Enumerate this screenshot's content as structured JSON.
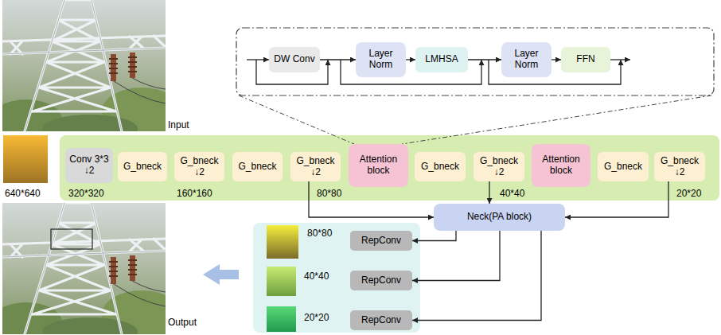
{
  "diagram": {
    "nodes": [
      {
        "text": [
          "DW Conv"
        ]
      },
      {
        "text": [
          "Layer Norm"
        ]
      },
      {
        "text": [
          "LMHSA"
        ]
      },
      {
        "text": [
          "Layer Norm"
        ]
      },
      {
        "text": [
          "FFN"
        ]
      },
      {
        "text": [
          "Conv 3*3 ↓2"
        ]
      },
      {
        "text": [
          "G_bneck"
        ]
      },
      {
        "text": [
          "G_bneck ↓2"
        ]
      },
      {
        "text": [
          "G_bneck"
        ]
      },
      {
        "text": [
          "G_bneck ↓2"
        ]
      },
      {
        "text": [
          "Attention block"
        ]
      },
      {
        "text": [
          "G_bneck"
        ]
      },
      {
        "text": [
          "G_bneck ↓2"
        ]
      },
      {
        "text": [
          "Attention block"
        ]
      },
      {
        "text": [
          "G_bneck"
        ]
      },
      {
        "text": [
          "G_bneck ↓2"
        ]
      },
      {
        "text": [
          "Neck(PA block)"
        ]
      },
      {
        "text": [
          "RepConv"
        ]
      },
      {
        "text": [
          "RepConv"
        ]
      },
      {
        "text": [
          "RepConv"
        ]
      }
    ],
    "edges": [
      {
        "from": 0,
        "to": 1,
        "arrow": "to"
      },
      {
        "from": 1,
        "to": 2,
        "arrow": "to"
      },
      {
        "from": 2,
        "to": 3,
        "arrow": "to"
      },
      {
        "from": 3,
        "to": 4,
        "arrow": "to"
      },
      {
        "from": 9,
        "to": 16,
        "arrow": "to"
      },
      {
        "from": 12,
        "to": 16,
        "arrow": "to"
      },
      {
        "from": 15,
        "to": 16,
        "arrow": "to"
      },
      {
        "from": 16,
        "to": 17,
        "arrow": "to"
      },
      {
        "from": 16,
        "to": 18,
        "arrow": "to"
      },
      {
        "from": 16,
        "to": 19,
        "arrow": "to"
      }
    ],
    "labels": [
      "Input",
      "640*640",
      "320*320",
      "160*160",
      "80*80",
      "40*40",
      "20*20",
      "80*80",
      "40*40",
      "20*20",
      "Output"
    ]
  }
}
